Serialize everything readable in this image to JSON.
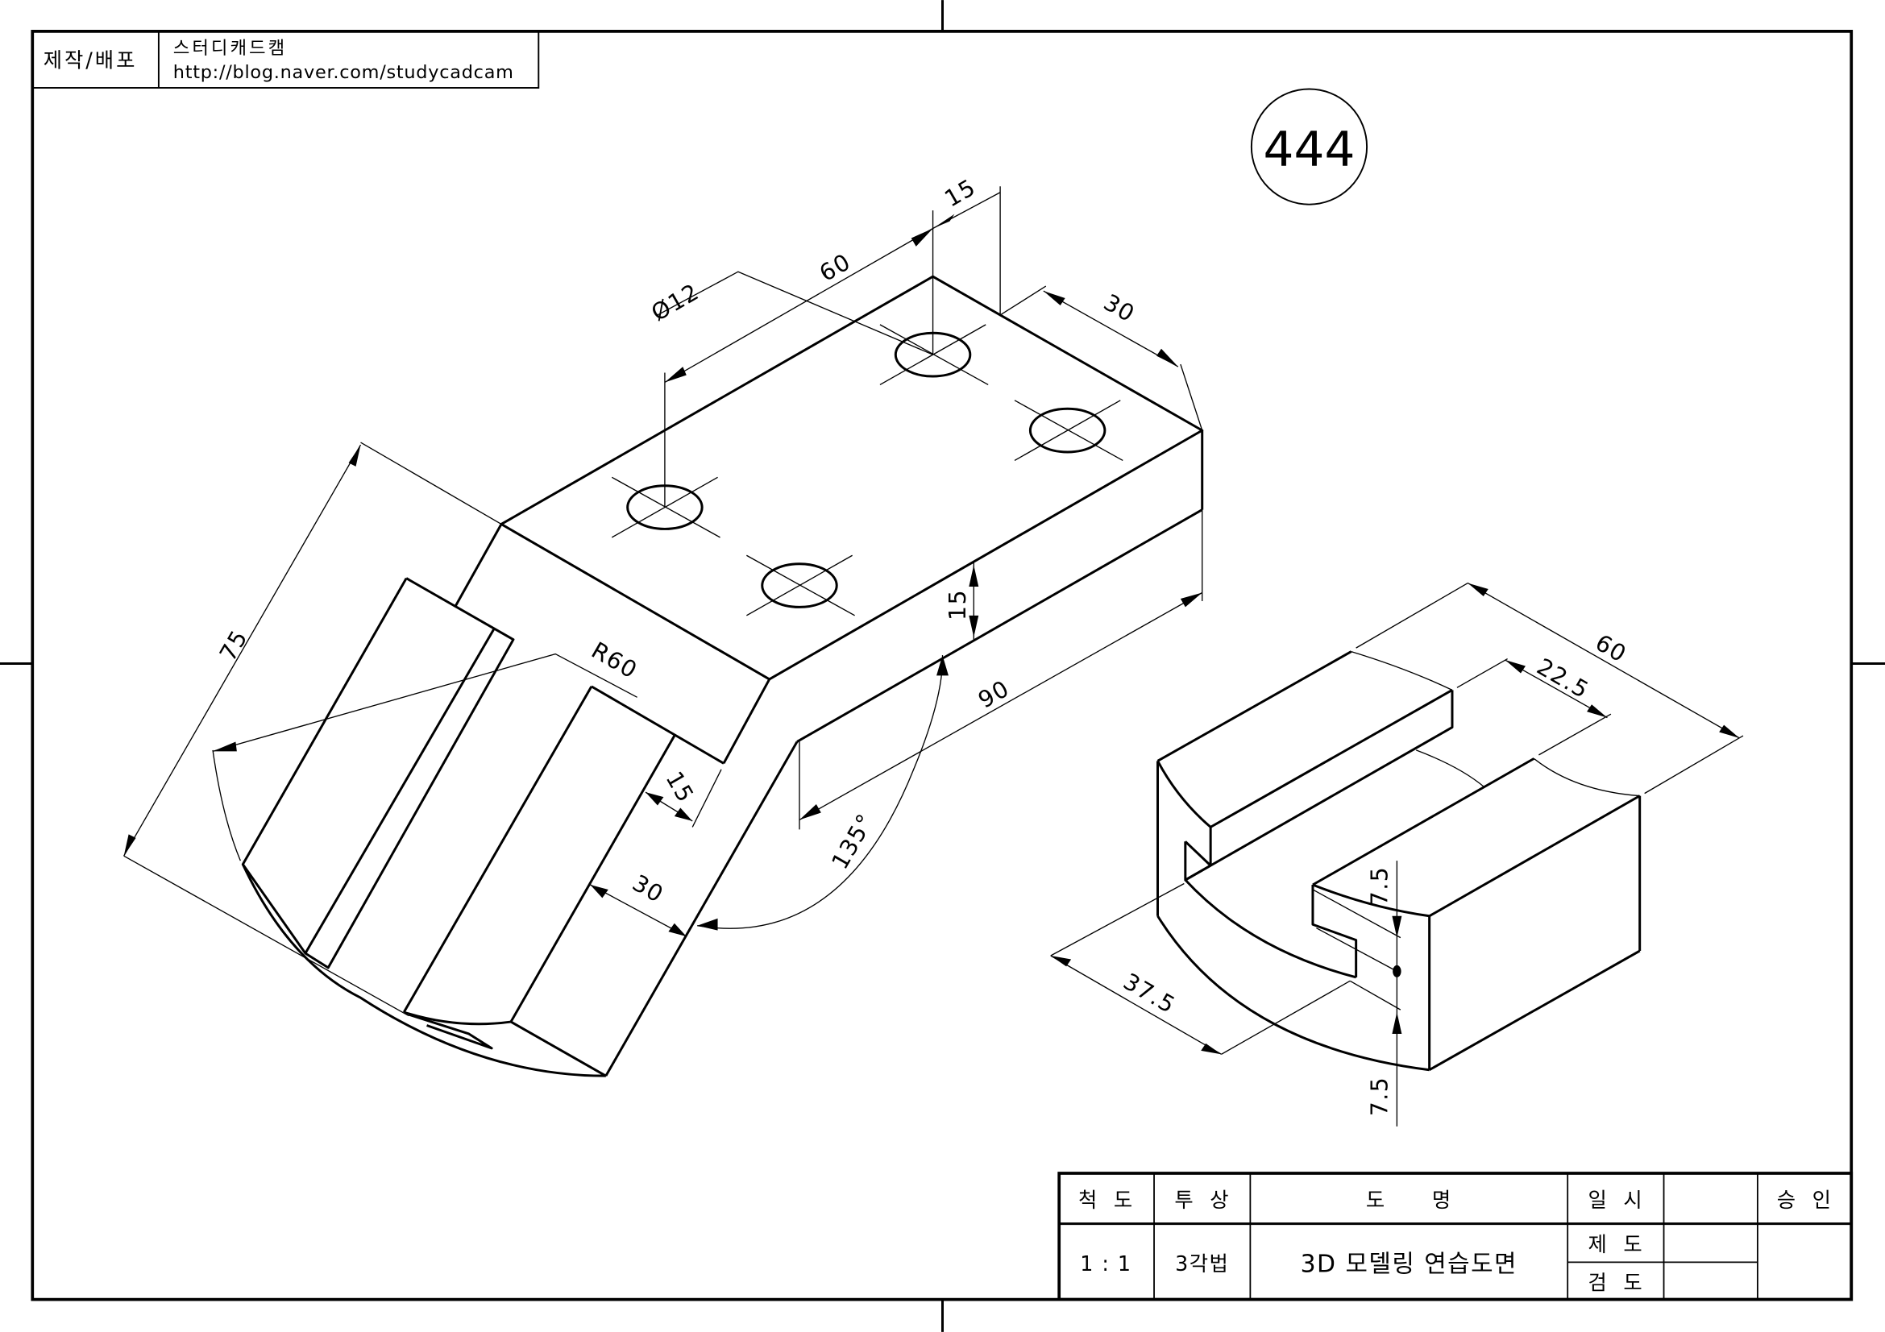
{
  "header": {
    "label": "제작/배포",
    "author": "스터디캐드캠",
    "url": "http://blog.naver.com/studycadcam"
  },
  "drawing_number": "444",
  "dimensions_left": {
    "hole_dia": "Ø12",
    "length_60": "60",
    "offset_15": "15",
    "width_30": "30",
    "thickness_15": "15",
    "length_90": "90",
    "length_75": "75",
    "radius": "R60",
    "slot_15": "15",
    "slot_30": "30",
    "angle": "135°"
  },
  "dimensions_right": {
    "width_60": "60",
    "width_22_5": "22.5",
    "depth_37_5": "37.5",
    "height_7_5_top": "7.5",
    "height_7_5_bottom": "7.5"
  },
  "title_block": {
    "scale_label": "척  도",
    "projection_label": "투  상",
    "name_label": "도      명",
    "date_label": "일  시",
    "approval_label": "승  인",
    "scale_value": "1 : 1",
    "projection_value": "3각법",
    "name_value": "3D 모델링 연습도면",
    "drawn_label": "제  도",
    "checked_label": "검  도"
  }
}
